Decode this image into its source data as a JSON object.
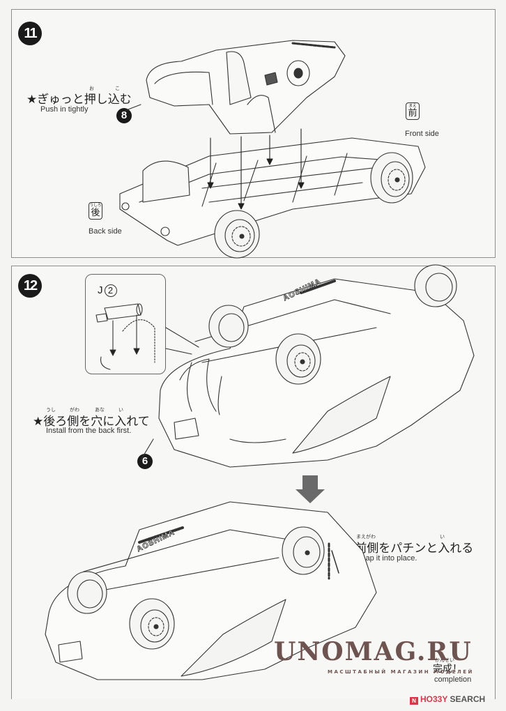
{
  "step11": {
    "number": "11",
    "instruction_jp": "★ぎゅっと押し込む",
    "instruction_ruby": [
      "お",
      "こ"
    ],
    "instruction_en": "Push in tightly",
    "part_number": "8",
    "front": {
      "ruby": "まえ",
      "kanji": "前",
      "label": "Front side"
    },
    "back": {
      "ruby": "うしろ",
      "kanji": "後",
      "label": "Back side"
    }
  },
  "step12": {
    "number": "12",
    "detail_part_letter": "J",
    "detail_part_number": "2",
    "instruction_jp": "★後ろ側を穴に入れて",
    "instruction_ruby": [
      "うし",
      "がわ",
      "あな",
      "い"
    ],
    "instruction_en": "Install from the back first.",
    "part_number": "6",
    "brand_text": "AOSHIMA",
    "instruction2_jp": "★前側をパチンと入れる",
    "instruction2_ruby": [
      "まえがわ",
      "い"
    ],
    "instruction2_en": "Snap it into place.",
    "completion_ruby": "かんせい",
    "completion_jp": "完成！",
    "completion_en": "completion"
  },
  "watermark": {
    "title": "UNOMAG.RU",
    "subtitle": "МАСШТАБНЫЙ МАГАЗИН МОДЕЛЕЙ",
    "color": "#6e5450"
  },
  "source_badge": {
    "logo": "N",
    "part1": "HO33Y",
    "part2": "SEARCH",
    "accent": "#d23a4a"
  }
}
